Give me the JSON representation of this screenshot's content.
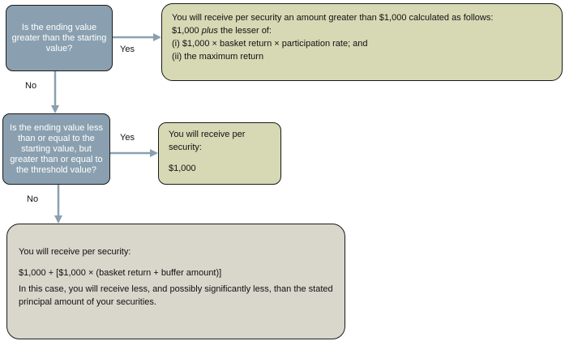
{
  "question_1": "Is the ending value greater than the starting value?",
  "question_2": "Is the ending value less than or equal to the starting value, but greater than or equal to the threshold value?",
  "label_yes_1": "Yes",
  "label_no_1": "No",
  "label_yes_2": "Yes",
  "label_no_2": "No",
  "outcome_1": {
    "line1": "You will receive per security an amount greater than $1,000 calculated as follows:",
    "line2_prefix": "$1,000 ",
    "line2_italic": "plus",
    "line2_suffix": " the lesser of:",
    "line3": "(i) $1,000 × basket return × participation rate; and",
    "line4": "(ii) the maximum return"
  },
  "outcome_2": {
    "line1": "You will receive per security:",
    "line2": "$1,000"
  },
  "outcome_3": {
    "line1": "You will receive per security:",
    "line2": "$1,000 + [$1,000 × (basket return + buffer amount)]",
    "line3": "In this case, you will receive less, and possibly significantly less, than the stated principal amount of your securities."
  },
  "colors": {
    "question_fill": "#8aa0b0",
    "outcome_fill": "#d6d9b4",
    "final_fill": "#d9d6cc",
    "connector": "#8aa0b0"
  }
}
